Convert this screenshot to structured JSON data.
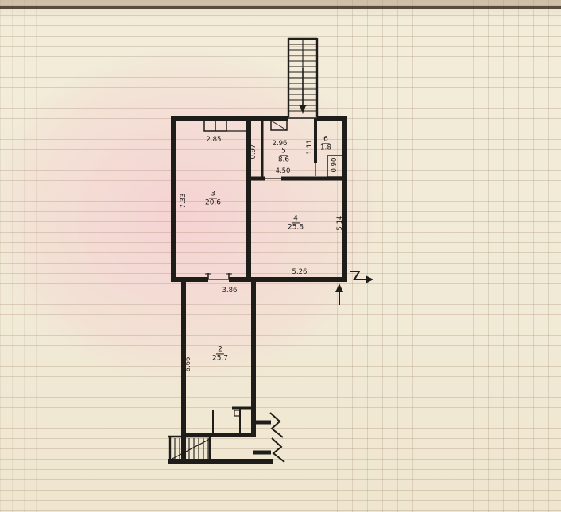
{
  "document": {
    "type": "scanned floor plan",
    "palette": {
      "paper": "#f1e9d5",
      "paper_pink": "#f6dede",
      "ink": "#1c1a17"
    }
  },
  "rooms": {
    "r2": {
      "number": "2",
      "area": "25.7"
    },
    "r3": {
      "number": "3",
      "area": "20.6"
    },
    "r4": {
      "number": "4",
      "area": "25.8"
    },
    "r5": {
      "number": "5",
      "area": "8.6"
    },
    "r6": {
      "number": "6",
      "area": "1.8"
    }
  },
  "dims": {
    "w285": "2.85",
    "h733": "7.33",
    "w097": "0.97",
    "w296": "2.96",
    "w450": "4.50",
    "w111": "1.11",
    "w090": "0.90",
    "h514": "5.14",
    "w526": "5.26",
    "w386": "3.86",
    "h666": "6.66"
  }
}
